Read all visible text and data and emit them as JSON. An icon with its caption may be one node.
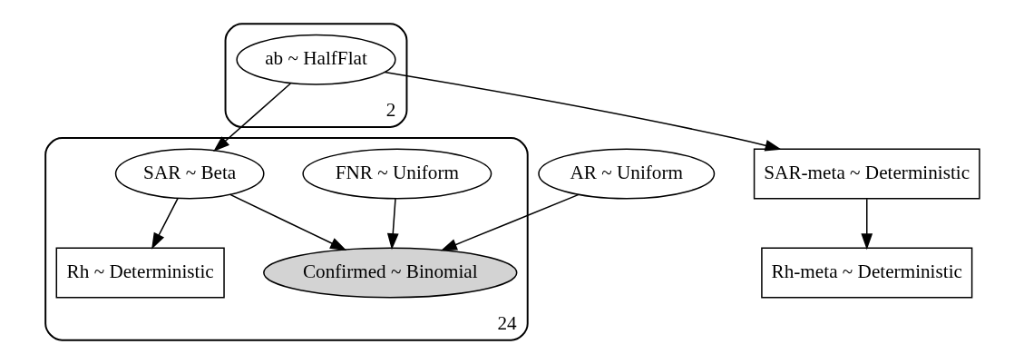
{
  "diagram": {
    "nodes": [
      {
        "text": [
          "2"
        ]
      },
      {
        "text": [
          "ab ~ HalfFlat"
        ],
        "in": 0
      },
      {
        "text": [
          "24"
        ]
      },
      {
        "text": [
          "SAR ~ Beta"
        ],
        "in": 2
      },
      {
        "text": [
          "FNR ~ Uniform"
        ],
        "in": 2
      },
      {
        "text": [
          "AR ~ Uniform"
        ]
      },
      {
        "text": [
          "SAR-meta ~ Deterministic"
        ]
      },
      {
        "text": [
          "Rh ~ Deterministic"
        ],
        "in": 2
      },
      {
        "text": [
          "Confirmed ~ Binomial"
        ],
        "in": 2
      },
      {
        "text": [
          "Rh-meta ~ Deterministic"
        ]
      }
    ],
    "edges": [
      {
        "from": 1,
        "to": 3,
        "arrow": "to"
      },
      {
        "from": 1,
        "to": 6,
        "arrow": "to"
      },
      {
        "from": 3,
        "to": 7,
        "arrow": "to"
      },
      {
        "from": 3,
        "to": 8,
        "arrow": "to"
      },
      {
        "from": 4,
        "to": 8,
        "arrow": "to"
      },
      {
        "from": 5,
        "to": 8,
        "arrow": "to"
      },
      {
        "from": 6,
        "to": 9,
        "arrow": "to"
      }
    ]
  }
}
